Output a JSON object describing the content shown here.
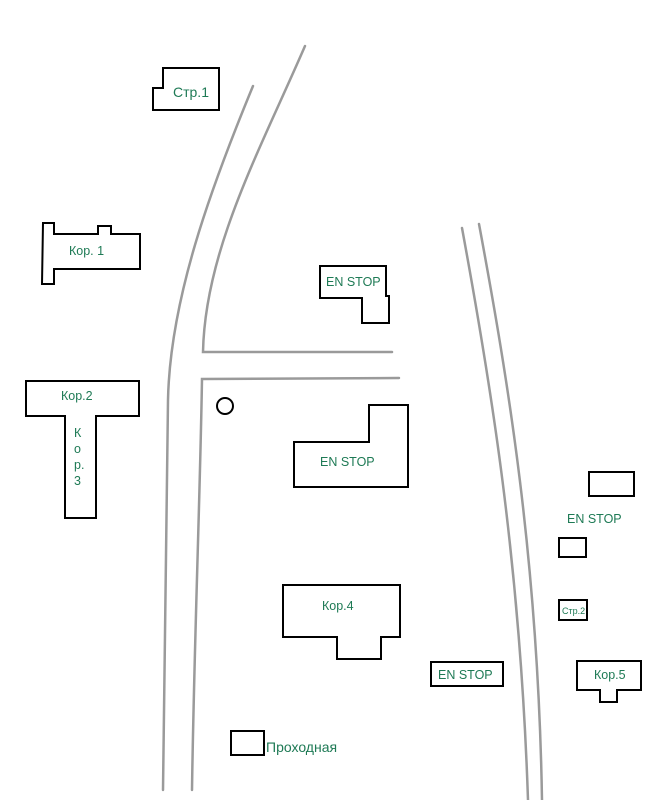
{
  "map": {
    "labels": {
      "str1": "Стр.1",
      "kor1": "Кор. 1",
      "kor2": "Кор.2",
      "kor3": [
        "К",
        "о",
        "р.",
        "3"
      ],
      "enstop_top": "EN STOP",
      "enstop_center": "EN STOP",
      "enstop_right": "EN STOP",
      "enstop_bottom": "EN STOP",
      "kor4": "Кор.4",
      "str2": "Стр.2",
      "kor5": "Кор.5",
      "checkpoint": "Проходная"
    },
    "colors": {
      "label": "#1e7a55",
      "road": "#9a9a9a",
      "outline": "#000000"
    }
  }
}
